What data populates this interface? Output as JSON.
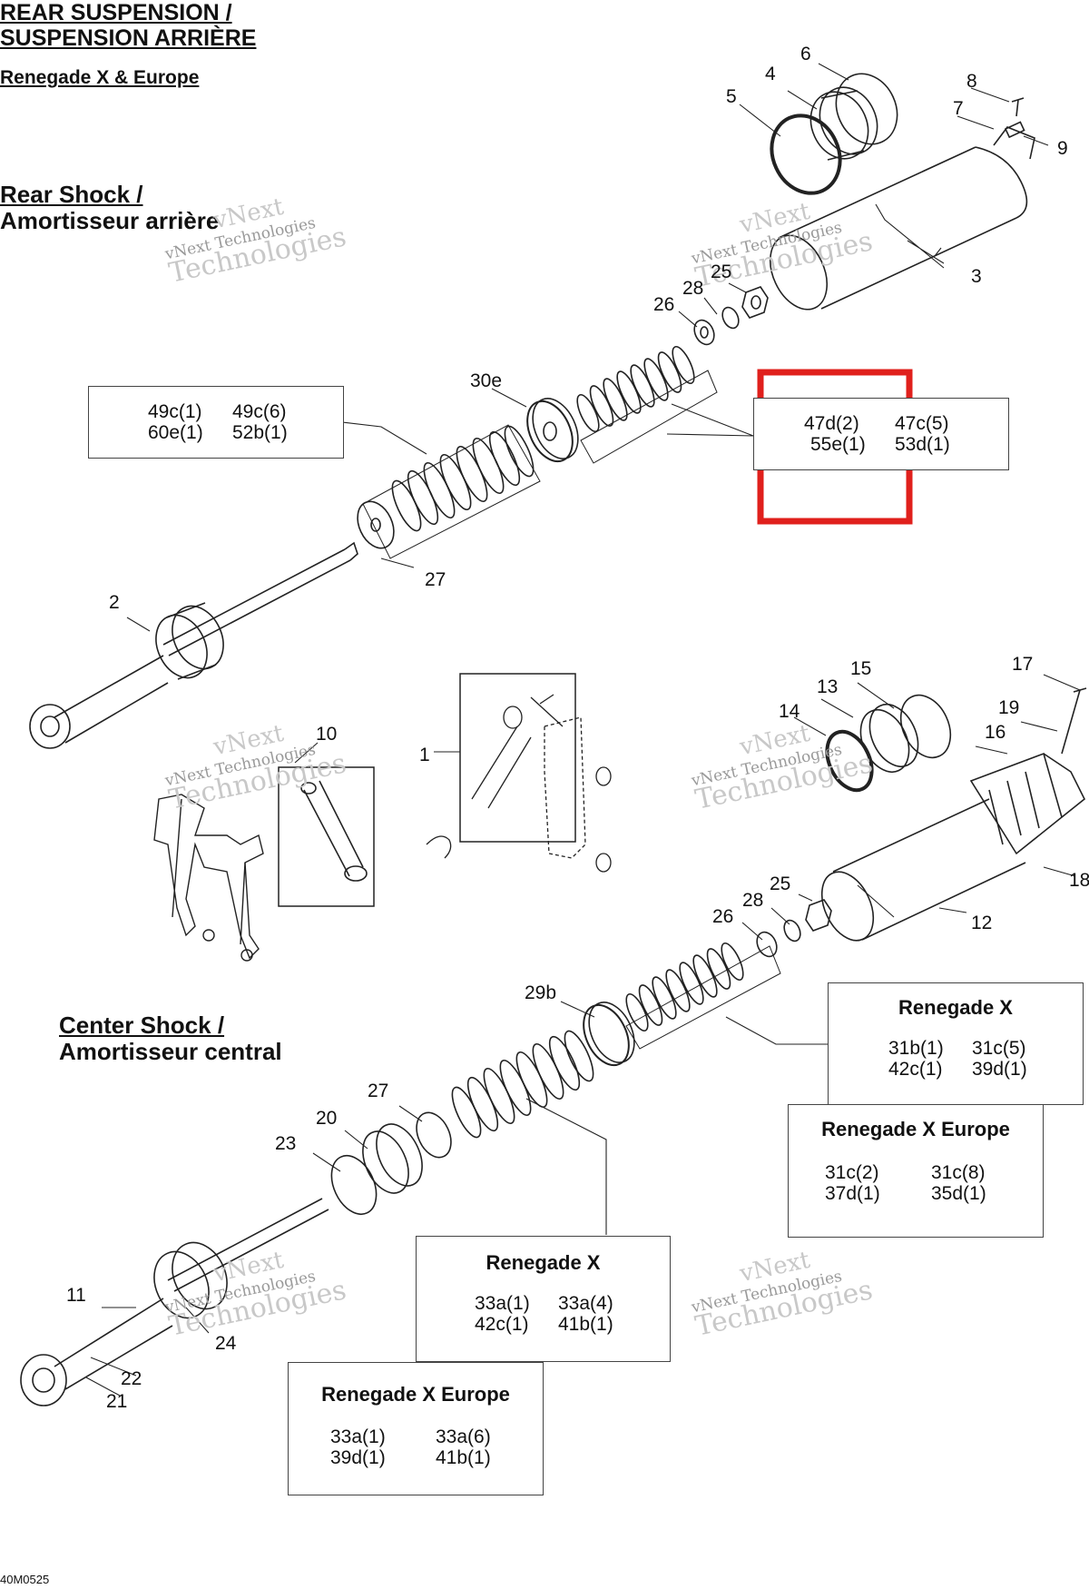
{
  "header": {
    "title_line1": "REAR SUSPENSION /",
    "title_line2": "SUSPENSION ARRIÈRE",
    "subtitle": "Renegade X & Europe"
  },
  "sections": {
    "rear_shock_en": "Rear Shock /",
    "rear_shock_fr": "Amortisseur arrière",
    "center_shock_en": "Center Shock /",
    "center_shock_fr": "Amortisseur central"
  },
  "callouts": {
    "c6": "6",
    "c4": "4",
    "c5": "5",
    "c8": "8",
    "c7": "7",
    "c9": "9",
    "c3": "3",
    "c25a": "25",
    "c28a": "28",
    "c26a": "26",
    "c30e": "30e",
    "c27a": "27",
    "c2": "2",
    "c15": "15",
    "c17": "17",
    "c13": "13",
    "c19": "19",
    "c14": "14",
    "c16": "16",
    "c10": "10",
    "c1": "1",
    "c18": "18",
    "c12": "12",
    "c25b": "25",
    "c28b": "28",
    "c26b": "26",
    "c29b": "29b",
    "c27b": "27",
    "c20": "20",
    "c23": "23",
    "c11": "11",
    "c24": "24",
    "c22": "22",
    "c21": "21"
  },
  "boxes": {
    "rear_spring_left": {
      "r1c1": "49c(1)",
      "r1c2": "49c(6)",
      "r2c1": "60e(1)",
      "r2c2": "52b(1)"
    },
    "rear_spring_right": {
      "r1c1": "47d(2)",
      "r1c2": "47c(5)",
      "r2c1": "55e(1)",
      "r2c2": "53d(1)"
    },
    "center_upper_x": {
      "title": "Renegade X",
      "r1c1": "31b(1)",
      "r1c2": "31c(5)",
      "r2c1": "42c(1)",
      "r2c2": "39d(1)"
    },
    "center_upper_europe": {
      "title": "Renegade X Europe",
      "r1c1": "31c(2)",
      "r1c2": "31c(8)",
      "r2c1": "37d(1)",
      "r2c2": "35d(1)"
    },
    "center_lower_x": {
      "title": "Renegade X",
      "r1c1": "33a(1)",
      "r1c2": "33a(4)",
      "r2c1": "42c(1)",
      "r2c2": "41b(1)"
    },
    "center_lower_europe": {
      "title": "Renegade X Europe",
      "r1c1": "33a(1)",
      "r1c2": "33a(6)",
      "r2c1": "39d(1)",
      "r2c2": "41b(1)"
    }
  },
  "watermark": {
    "line1": "vNext",
    "line2": "vNext Technologies",
    "line3": "Technologies"
  },
  "highlight": {
    "color": "#e0201c"
  },
  "footer": {
    "code": "40M0525"
  }
}
